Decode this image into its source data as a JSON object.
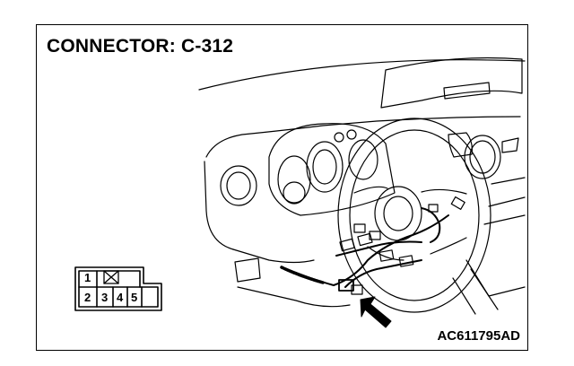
{
  "diagram": {
    "title": "CONNECTOR: C-312",
    "figure_id": "AC611795AD",
    "connector_pins": {
      "top_row": [
        "1"
      ],
      "blocked_icon": "cross-box-icon",
      "bottom_row": [
        "2",
        "3",
        "4",
        "5"
      ]
    },
    "pointer_icon": "arrow-pointer-icon",
    "colors": {
      "line": "#000000",
      "background": "#ffffff"
    }
  }
}
